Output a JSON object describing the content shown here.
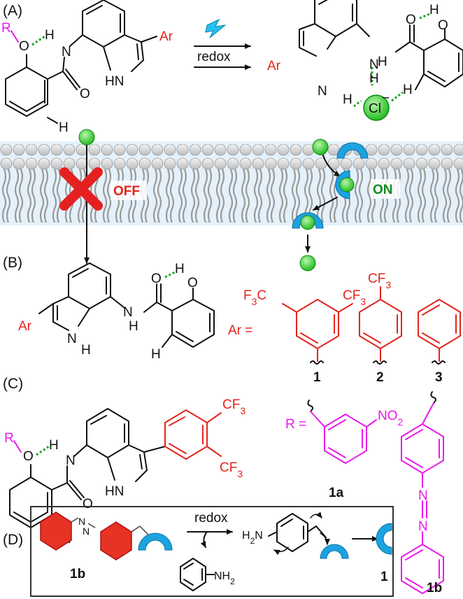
{
  "panels": {
    "a": "(A)",
    "b": "(B)",
    "c": "(C)",
    "d": "(D)"
  },
  "panel_a": {
    "arrow_label": "redox",
    "states": {
      "off": "OFF",
      "on": "ON"
    },
    "ion": "Cl",
    "ion_charge": "−",
    "colors": {
      "off_cross": "#e62020",
      "on_text": "#118a1d",
      "carrier": "#1ba3e0",
      "anion": "#35d235"
    }
  },
  "atoms": {
    "R": "R",
    "O": "O",
    "H": "H",
    "N": "N",
    "HN": "HN",
    "NH": "NH",
    "Ar": "Ar",
    "Ar_eq": "Ar =",
    "R_eq": "R =",
    "CF3": "CF",
    "F3C": "F",
    "F3C_C": "C",
    "sub3": "3",
    "NO": "NO",
    "sub2": "2",
    "Nazo": "N",
    "H2N": "H",
    "H2N_N": "N",
    "NH2": "NH"
  },
  "compounds": {
    "c1": "1",
    "c2": "2",
    "c3": "3",
    "c1a": "1a",
    "c1b": "1b"
  },
  "panel_d": {
    "arrow_label": "redox",
    "compound_left": "1b",
    "compound_right": "1",
    "compound_side": "1b"
  }
}
